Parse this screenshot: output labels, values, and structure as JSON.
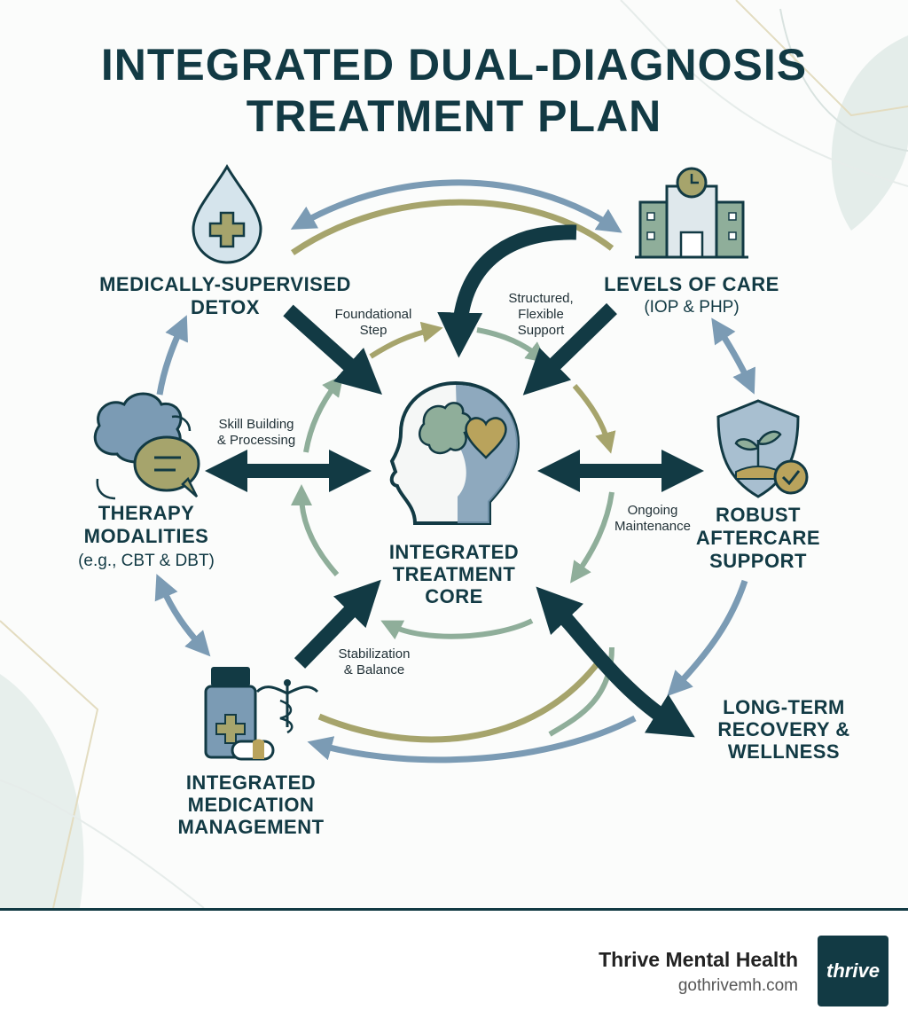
{
  "title": {
    "line1": "INTEGRATED DUAL-DIAGNOSIS",
    "line2": "TREATMENT PLAN"
  },
  "nodes": {
    "detox": {
      "line1": "MEDICALLY-SUPERVISED",
      "line2": "DETOX",
      "icon": "water-drop-cross-icon"
    },
    "levels_of_care": {
      "line1": "LEVELS OF CARE",
      "line2": "(IOP & PHP)",
      "icon": "hospital-building-icon"
    },
    "therapy": {
      "line1": "THERAPY",
      "line2": "MODALITIES",
      "line3": "(e.g., CBT & DBT)",
      "icon": "speech-bubbles-icon"
    },
    "core": {
      "line1": "INTEGRATED",
      "line2": "TREATMENT",
      "line3": "CORE",
      "icon": "head-brain-heart-icon"
    },
    "aftercare": {
      "line1": "ROBUST",
      "line2": "AFTERCARE",
      "line3": "SUPPORT",
      "icon": "shield-sprout-check-icon"
    },
    "medication": {
      "line1": "INTEGRATED",
      "line2": "MEDICATION",
      "line3": "MANAGEMENT",
      "icon": "pill-bottle-caduceus-icon"
    },
    "recovery": {
      "line1": "LONG-TERM",
      "line2": "RECOVERY &",
      "line3": "WELLNESS"
    }
  },
  "labels": {
    "foundational": {
      "line1": "Foundational",
      "line2": "Step"
    },
    "structured": {
      "line1": "Structured,",
      "line2": "Flexible",
      "line3": "Support"
    },
    "skill": {
      "line1": "Skill Building",
      "line2": "& Processing"
    },
    "ongoing": {
      "line1": "Ongoing",
      "line2": "Maintenance"
    },
    "stabilization": {
      "line1": "Stabilization",
      "line2": "& Balance"
    }
  },
  "footer": {
    "brand_name": "Thrive Mental Health",
    "brand_url": "gothrivemh.com",
    "logo_text": "thrive"
  },
  "colors": {
    "dark_teal": "#123a44",
    "steel_blue": "#7b9bb4",
    "sage": "#8fae9a",
    "olive": "#a6a46c",
    "gold": "#b9a35c"
  }
}
